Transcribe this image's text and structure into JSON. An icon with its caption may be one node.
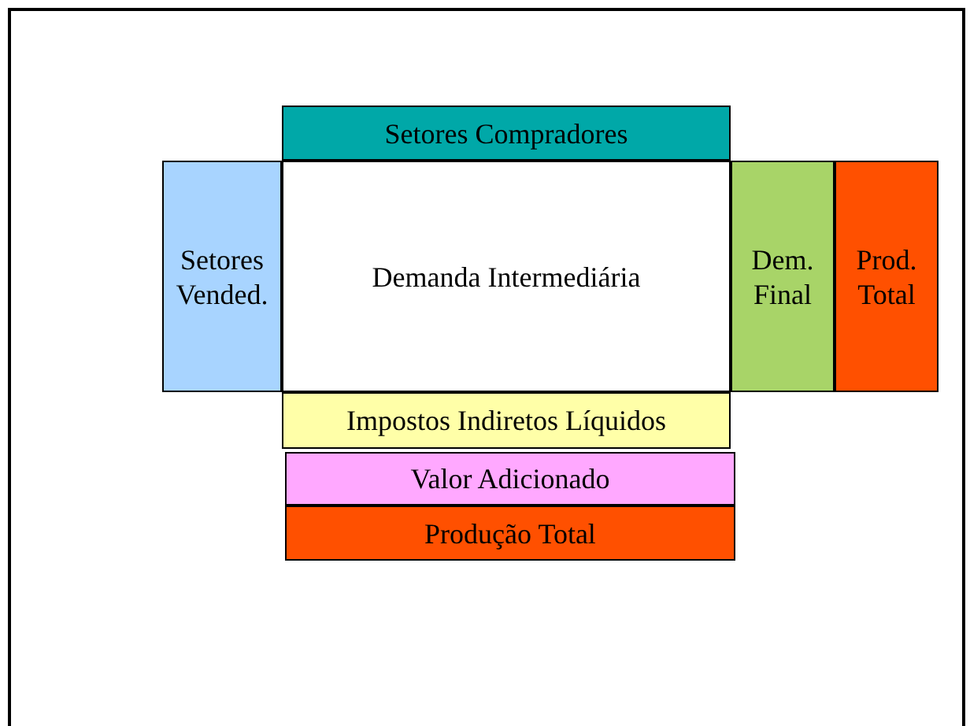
{
  "diagram": {
    "nodes": [
      {
        "text": [
          "Setores Compradores"
        ]
      },
      {
        "text": [
          "Setores Vended."
        ]
      },
      {
        "text": [
          "Demanda Intermediária"
        ]
      },
      {
        "text": [
          "Dem. Final"
        ]
      },
      {
        "text": [
          "Prod. Total"
        ]
      },
      {
        "text": [
          "Impostos Indiretos Líquidos"
        ]
      },
      {
        "text": [
          "Valor Adicionado"
        ]
      },
      {
        "text": [
          "Produção Total"
        ]
      }
    ]
  }
}
